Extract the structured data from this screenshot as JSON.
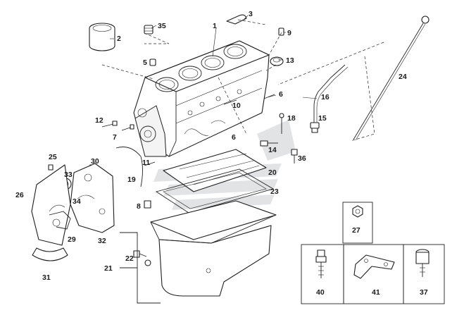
{
  "diagram": {
    "labels": [
      {
        "id": "1"
      },
      {
        "id": "2"
      },
      {
        "id": "3"
      },
      {
        "id": "35"
      },
      {
        "id": "9"
      },
      {
        "id": "5"
      },
      {
        "id": "13"
      },
      {
        "id": "24"
      },
      {
        "id": "6"
      },
      {
        "id": "16"
      },
      {
        "id": "10"
      },
      {
        "id": "18"
      },
      {
        "id": "15"
      },
      {
        "id": "12"
      },
      {
        "id": "7"
      },
      {
        "id": "14"
      },
      {
        "id": "36"
      },
      {
        "id": "25"
      },
      {
        "id": "30"
      },
      {
        "id": "11"
      },
      {
        "id": "20"
      },
      {
        "id": "33"
      },
      {
        "id": "19"
      },
      {
        "id": "26"
      },
      {
        "id": "34"
      },
      {
        "id": "23"
      },
      {
        "id": "8"
      },
      {
        "id": "27"
      },
      {
        "id": "29"
      },
      {
        "id": "32"
      },
      {
        "id": "22"
      },
      {
        "id": "21"
      },
      {
        "id": "31"
      },
      {
        "id": "40"
      },
      {
        "id": "41"
      },
      {
        "id": "37"
      }
    ]
  }
}
